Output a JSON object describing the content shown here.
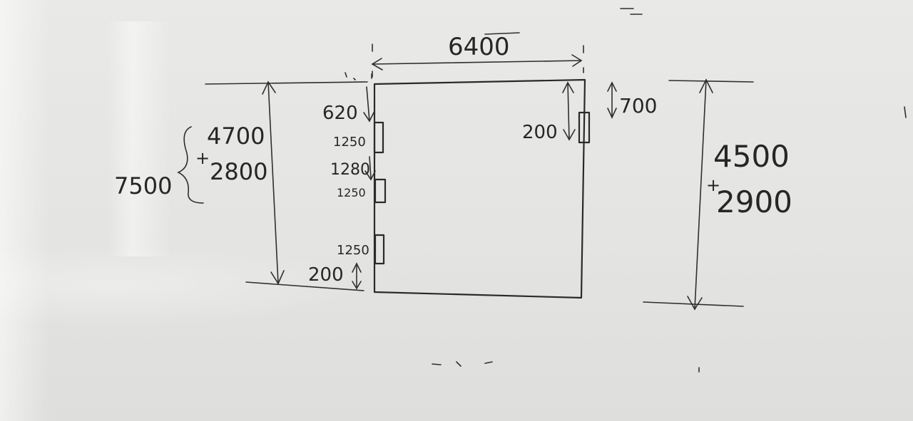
{
  "whiteboard": {
    "width_label": "6400",
    "left_height": {
      "total": "7500",
      "part_a": "4700",
      "plus": "+",
      "part_b": "2800"
    },
    "left_wall": {
      "top_offset": "620",
      "window_1": "1250",
      "gap": "1280",
      "window_2": "1250",
      "window_3": "1250",
      "bottom_offset": "200"
    },
    "right_wall": {
      "window_offset": "200",
      "window_size": "700"
    },
    "right_height": {
      "part_a": "4500",
      "plus": "+",
      "part_b": "2900"
    }
  }
}
